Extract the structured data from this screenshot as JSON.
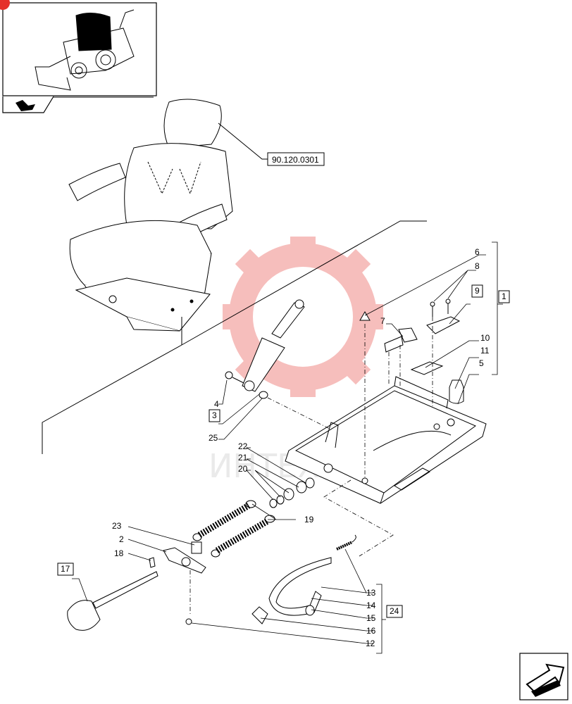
{
  "thumbnail": {
    "icon": "backhoe-loader-icon",
    "nav_icon": "book-arrow-icon"
  },
  "reference": {
    "code": "90.120.0301"
  },
  "watermark": {
    "text": "ИНТЕХ",
    "logo": "gear-logo-icon",
    "color": "#e5302a"
  },
  "callouts": [
    {
      "id": "c1",
      "text": "1",
      "boxed": true
    },
    {
      "id": "c2",
      "text": "2",
      "boxed": false
    },
    {
      "id": "c3",
      "text": "3",
      "boxed": true
    },
    {
      "id": "c4",
      "text": "4",
      "boxed": false
    },
    {
      "id": "c5",
      "text": "5",
      "boxed": false
    },
    {
      "id": "c6",
      "text": "6",
      "boxed": false
    },
    {
      "id": "c7",
      "text": "7",
      "boxed": false
    },
    {
      "id": "c8",
      "text": "8",
      "boxed": false
    },
    {
      "id": "c9",
      "text": "9",
      "boxed": true
    },
    {
      "id": "c10",
      "text": "10",
      "boxed": false
    },
    {
      "id": "c11",
      "text": "11",
      "boxed": false
    },
    {
      "id": "c12",
      "text": "12",
      "boxed": false
    },
    {
      "id": "c13",
      "text": "13",
      "boxed": false
    },
    {
      "id": "c14",
      "text": "14",
      "boxed": false
    },
    {
      "id": "c15",
      "text": "15",
      "boxed": false
    },
    {
      "id": "c16",
      "text": "16",
      "boxed": false
    },
    {
      "id": "c17",
      "text": "17",
      "boxed": true
    },
    {
      "id": "c18",
      "text": "18",
      "boxed": false
    },
    {
      "id": "c19",
      "text": "19",
      "boxed": false
    },
    {
      "id": "c20",
      "text": "20",
      "boxed": false
    },
    {
      "id": "c21",
      "text": "21",
      "boxed": false
    },
    {
      "id": "c22",
      "text": "22",
      "boxed": false
    },
    {
      "id": "c23",
      "text": "23",
      "boxed": false
    },
    {
      "id": "c24",
      "text": "24",
      "boxed": true
    },
    {
      "id": "c25",
      "text": "25",
      "boxed": false
    }
  ],
  "next_page_icon": "next-page-arrow-icon"
}
